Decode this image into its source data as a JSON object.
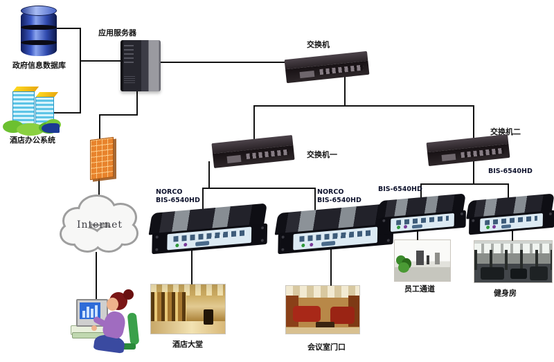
{
  "nodes": {
    "database_label": "政府信息数据库",
    "office_label": "酒店办公系统",
    "server_label": "应用服务器",
    "main_switch_label": "交换机",
    "switch1_label": "交换机一",
    "switch2_label": "交换机二",
    "internet_label": "Internet"
  },
  "devices": [
    {
      "brand": "NORCO",
      "model": "BIS-6540HD"
    },
    {
      "brand": "NORCO",
      "model": "BIS-6540HD"
    },
    {
      "model": "BIS-6540HD"
    },
    {
      "model": "BIS-6540HD"
    }
  ],
  "locations": [
    {
      "caption": "酒店大堂"
    },
    {
      "caption": "会议室门口"
    },
    {
      "caption": "员工通道"
    },
    {
      "caption": "健身房"
    }
  ],
  "colors": {
    "connector": "#121212",
    "firewall_orange": "#e8832c",
    "database_blue": "#3a57c4",
    "device_panel_blue": "#dceaf3",
    "label_text": "#141414"
  }
}
